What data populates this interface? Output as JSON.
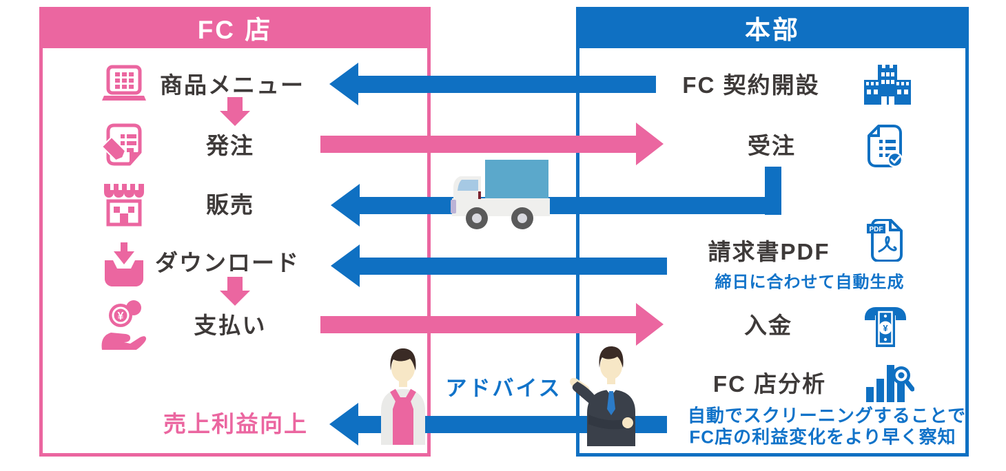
{
  "colors": {
    "pink": "#EB66A0",
    "blue": "#0F70C2",
    "text_dark": "#3E3A39",
    "note_blue": "#1173C9"
  },
  "left_panel": {
    "title": "FC 店",
    "steps": [
      {
        "label": "商品メニュー",
        "icon": "laptop-grid-icon"
      },
      {
        "label": "発注",
        "icon": "pencil-document-icon"
      },
      {
        "label": "販売",
        "icon": "storefront-icon"
      },
      {
        "label": "ダウンロード",
        "icon": "download-tray-icon"
      },
      {
        "label": "支払い",
        "icon": "hand-coin-icon"
      }
    ],
    "outcome": "売上利益向上"
  },
  "right_panel": {
    "title": "本部",
    "steps": [
      {
        "label": "FC 契約開設",
        "icon": "buildings-icon"
      },
      {
        "label": "受注",
        "icon": "document-check-icon"
      },
      {
        "label": "請求書PDF",
        "icon": "pdf-file-icon",
        "note": "締日に合わせて自動生成"
      },
      {
        "label": "入金",
        "icon": "cash-deposit-icon"
      },
      {
        "label": "FC 店分析",
        "icon": "chart-magnifier-icon",
        "note_line1": "自動でスクリーニングすることで",
        "note_line2": "FC店の利益変化をより早く察知"
      }
    ]
  },
  "middle": {
    "advice_label": "アドバイス",
    "truck_icon": "delivery-truck-icon",
    "figures": [
      "shop-staff-person",
      "headquarters-advisor-person"
    ]
  },
  "flows": [
    {
      "from": "FC契約開設",
      "to": "商品メニュー",
      "direction": "left",
      "color": "blue"
    },
    {
      "from": "発注",
      "to": "受注",
      "direction": "right",
      "color": "pink"
    },
    {
      "from": "受注",
      "to": "販売",
      "direction": "left",
      "color": "blue",
      "via": "delivery-truck"
    },
    {
      "from": "請求書PDF",
      "to": "ダウンロード",
      "direction": "left",
      "color": "blue"
    },
    {
      "from": "支払い",
      "to": "入金",
      "direction": "right",
      "color": "pink"
    },
    {
      "from": "FC店分析",
      "to": "売上利益向上",
      "direction": "left",
      "color": "blue",
      "via": "アドバイス"
    }
  ]
}
